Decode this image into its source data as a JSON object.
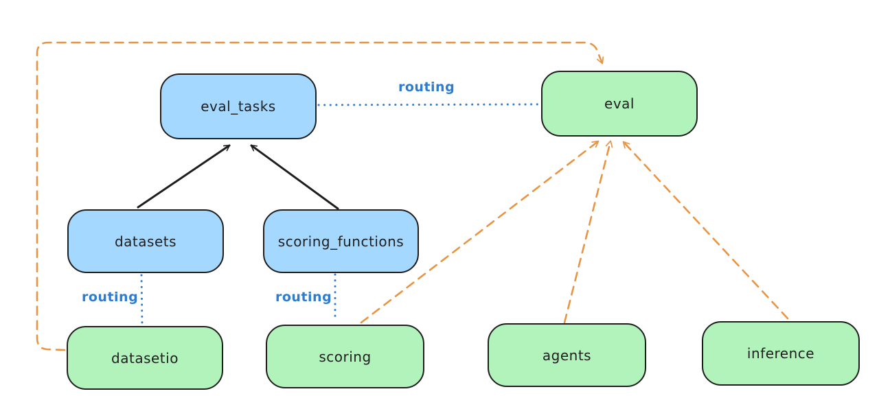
{
  "colors": {
    "background": "#ffffff",
    "node_blue_fill": "#a5d8ff",
    "node_green_fill": "#b2f2bb",
    "stroke_dark": "#1e1e1e",
    "edge_orange": "#e99442",
    "edge_blue": "#2e7ccf"
  },
  "nodes": [
    {
      "id": "eval_tasks",
      "label": "eval_tasks",
      "color": "blue"
    },
    {
      "id": "eval",
      "label": "eval",
      "color": "green"
    },
    {
      "id": "datasets",
      "label": "datasets",
      "color": "blue"
    },
    {
      "id": "scoring_functions",
      "label": "scoring_functions",
      "color": "blue"
    },
    {
      "id": "datasetio",
      "label": "datasetio",
      "color": "green"
    },
    {
      "id": "scoring",
      "label": "scoring",
      "color": "green"
    },
    {
      "id": "agents",
      "label": "agents",
      "color": "green"
    },
    {
      "id": "inference",
      "label": "inference",
      "color": "green"
    }
  ],
  "edges": [
    {
      "from": "datasets",
      "to": "eval_tasks",
      "style": "solid-black-arrow",
      "label": ""
    },
    {
      "from": "scoring_functions",
      "to": "eval_tasks",
      "style": "solid-black-arrow",
      "label": ""
    },
    {
      "from": "eval_tasks",
      "to": "eval",
      "style": "dotted-blue",
      "label": "routing"
    },
    {
      "from": "datasets",
      "to": "datasetio",
      "style": "dotted-blue",
      "label": "routing"
    },
    {
      "from": "scoring_functions",
      "to": "scoring",
      "style": "dotted-blue",
      "label": "routing"
    },
    {
      "from": "datasetio",
      "to": "eval",
      "style": "dashed-orange-arrow",
      "label": ""
    },
    {
      "from": "scoring",
      "to": "eval",
      "style": "dashed-orange-arrow",
      "label": ""
    },
    {
      "from": "agents",
      "to": "eval",
      "style": "dashed-orange-arrow",
      "label": ""
    },
    {
      "from": "inference",
      "to": "eval",
      "style": "dashed-orange-arrow",
      "label": ""
    }
  ]
}
